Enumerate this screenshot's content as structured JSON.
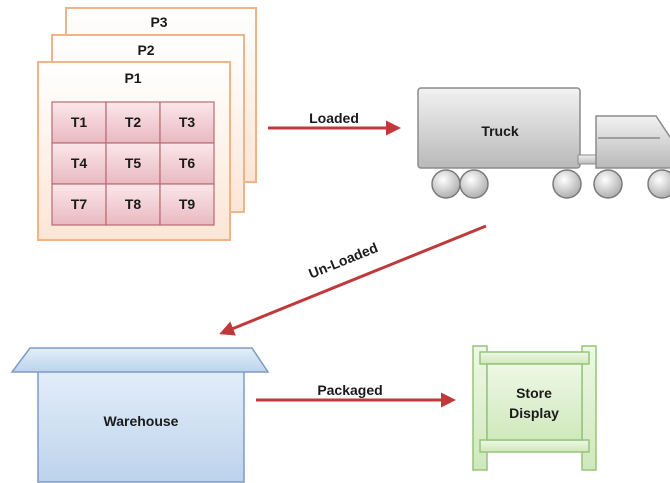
{
  "pallets": {
    "p3_label": "P3",
    "p2_label": "P2",
    "p1_label": "P1",
    "totes": [
      {
        "label": "T1"
      },
      {
        "label": "T2"
      },
      {
        "label": "T3"
      },
      {
        "label": "T4"
      },
      {
        "label": "T5"
      },
      {
        "label": "T6"
      },
      {
        "label": "T7"
      },
      {
        "label": "T8"
      },
      {
        "label": "T9"
      }
    ]
  },
  "truck": {
    "label": "Truck"
  },
  "warehouse": {
    "label": "Warehouse"
  },
  "store_display": {
    "line1": "Store",
    "line2": "Display"
  },
  "arrows": {
    "loaded": "Loaded",
    "unloaded": "Un-Loaded",
    "packaged": "Packaged"
  },
  "colors": {
    "pallet_border": "#f0b48a",
    "tote_fill": "#f2cfd3",
    "tote_border": "#b86a75",
    "arrow": "#c0393b",
    "truck_fill": "#cfcfcf",
    "warehouse_fill": "#c9dcf0",
    "store_fill": "#d7eec4"
  }
}
